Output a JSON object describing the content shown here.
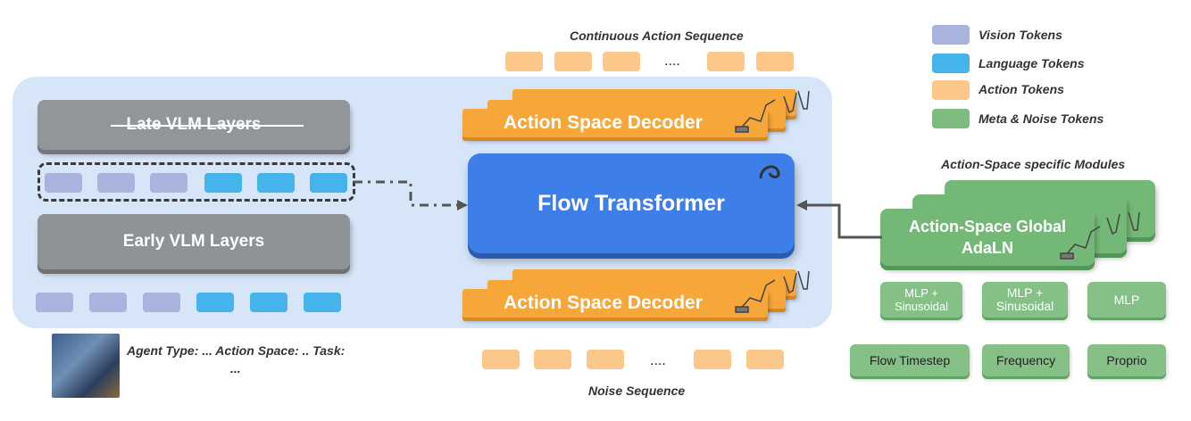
{
  "labels": {
    "late_vlm": "Late VLM Layers",
    "early_vlm": "Early VLM Layers",
    "flow_transformer": "Flow Transformer",
    "action_space_decoder": "Action Space Decoder",
    "continuous_action_sequence": "Continuous Action Sequence",
    "noise_sequence": "Noise Sequence",
    "action_space_modules": "Action-Space specific Modules",
    "global_adaln_line1": "Action-Space Global",
    "global_adaln_line2": "AdaLN",
    "mlp_sin_line1": "MLP +",
    "mlp_sin_line2": "Sinusoidal",
    "mlp": "MLP",
    "flow_timestep": "Flow Timestep",
    "frequency": "Frequency",
    "proprio": "Proprio",
    "prompt_line1": "Agent Type: ... Action Space: .. Task:",
    "prompt_line2": "...",
    "ellipsis": "...."
  },
  "legend": [
    {
      "label": "Vision Tokens",
      "color": "#a8b4de"
    },
    {
      "label": "Language Tokens",
      "color": "#45b4ea"
    },
    {
      "label": "Action Tokens",
      "color": "#fbc88a"
    },
    {
      "label": "Meta & Noise Tokens",
      "color": "#7dbb7f"
    }
  ],
  "colors": {
    "vision": "#a8b4de",
    "language": "#45b4ea",
    "action": "#fbc88a",
    "meta": "#7dbb7f",
    "flow": "#3d7ee9",
    "decoder": "#f7a63a"
  }
}
